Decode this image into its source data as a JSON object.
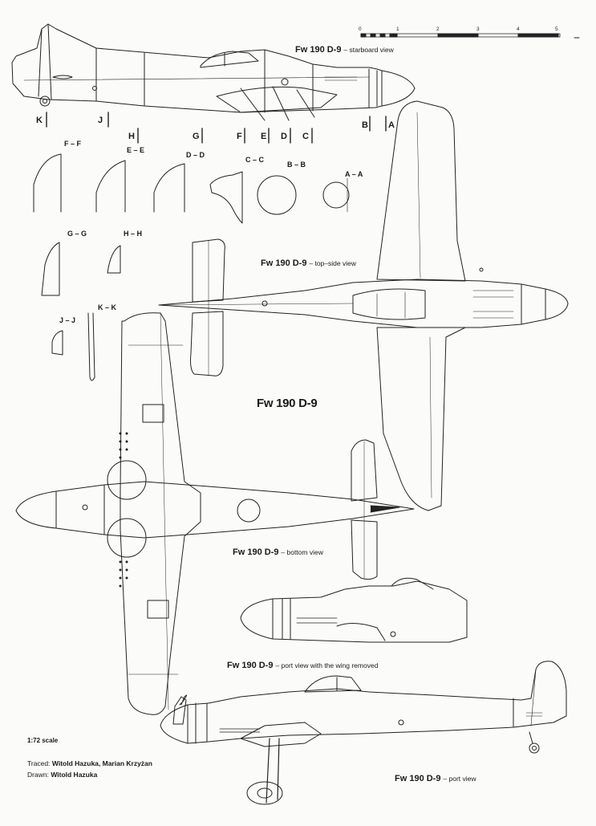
{
  "aircraft": "Fw 190 D-9",
  "views": {
    "starboard": "starboard view",
    "top": "top–side view",
    "bottom": "bottom view",
    "port_wingless": "port view with the wing removed",
    "port": "port view"
  },
  "scale_bar": {
    "ticks": [
      "0",
      "1",
      "2",
      "3",
      "4",
      "5"
    ]
  },
  "scale_note": "1:72 scale",
  "credits": {
    "traced_label": "Traced:",
    "traced_names": "Witold Hazuka, Marian Krzyżan",
    "drawn_label": "Drawn:",
    "drawn_names": "Witold Hazuka"
  },
  "station_markers": [
    "K",
    "J",
    "H",
    "G",
    "F",
    "E",
    "D",
    "C",
    "B",
    "A"
  ],
  "sections": [
    "F – F",
    "E – E",
    "D – D",
    "C – C",
    "B – B",
    "A – A",
    "G – G",
    "H – H",
    "J – J",
    "K – K"
  ],
  "title_center": "Fw 190 D-9"
}
